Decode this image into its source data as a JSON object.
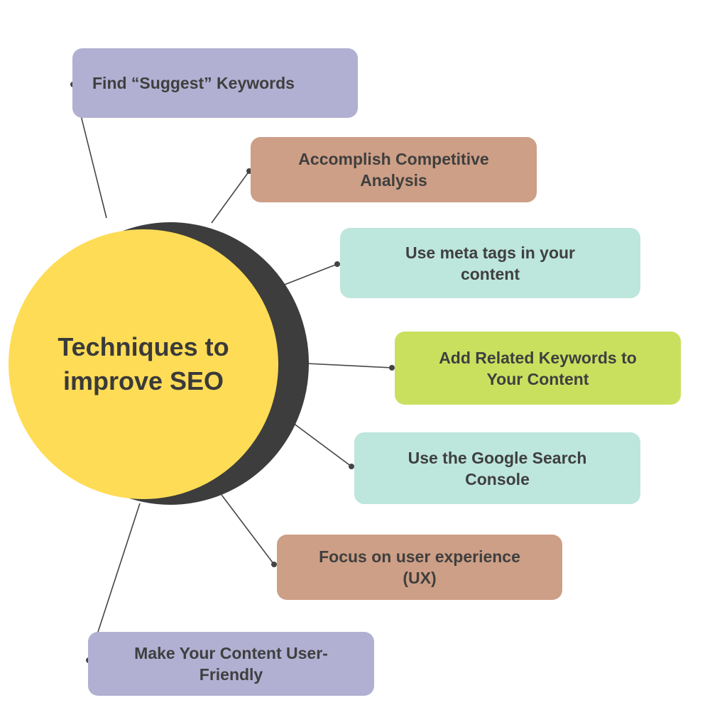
{
  "center": {
    "title": "Techniques to improve SEO",
    "color": "#fedc56",
    "shadow_color": "#3d3d3d"
  },
  "nodes": [
    {
      "label": "Find “Suggest” Keywords",
      "color": "#b1b0d2"
    },
    {
      "label": "Accomplish Competitive Analysis",
      "color": "#cd9f86"
    },
    {
      "label": "Use meta tags in your content",
      "color": "#bde6dc"
    },
    {
      "label": "Add Related Keywords to Your Content",
      "color": "#c9e05f"
    },
    {
      "label": "Use the Google Search Console",
      "color": "#bde6dc"
    },
    {
      "label": "Focus on user experience (UX)",
      "color": "#cd9f86"
    },
    {
      "label": "Make Your Content User-Friendly",
      "color": "#b1b0d2"
    }
  ]
}
